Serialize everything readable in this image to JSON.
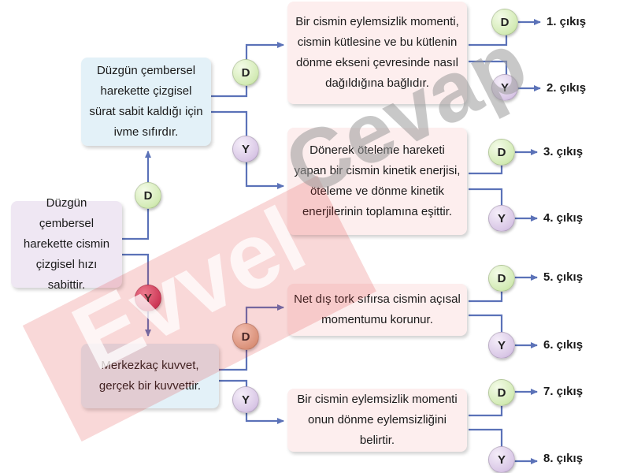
{
  "boxes": {
    "b_start": "Düzgün çembersel harekette cismin çizgisel hızı sabittir.",
    "b_upper": "Düzgün çembersel harekette çizgisel sürat sabit kaldığı için ivme sıfırdır.",
    "b_lower": "Merkezkaç kuvvet, gerçek bir kuvvettir.",
    "b1": "Bir cismin eylemsizlik momenti, cismin kütlesine ve bu kütlenin dönme ekseni çevresinde nasıl dağıldığına bağlıdır.",
    "b2": "Dönerek öteleme hareketi yapan bir cismin kinetik enerjisi, öteleme ve dönme kinetik enerjilerinin toplamına eşittir.",
    "b3": "Net dış tork sıfırsa cismin açısal momentumu korunur.",
    "b4": "Bir cismin eylemsizlik momenti onun dönme eylemsizliğini belirtir."
  },
  "labels": {
    "true": "D",
    "false": "Y"
  },
  "exits": [
    "1. çıkış",
    "2. çıkış",
    "3. çıkış",
    "4. çıkış",
    "5. çıkış",
    "6. çıkış",
    "7. çıkış",
    "8. çıkış"
  ],
  "watermark": "Evvel Cevap",
  "colors": {
    "line": "#5b72b8",
    "pink_box": "#fdeeee",
    "blue_box": "#e3f1f8",
    "lavender_box": "#efe7f3",
    "node_true": "#d3ebb5",
    "node_false": "#d9c7e6",
    "node_false_root": "#c9385e",
    "node_d_lower": "#d9a88a",
    "watermark_red": "#e33b3b",
    "watermark_gray": "#9a9a9a"
  }
}
